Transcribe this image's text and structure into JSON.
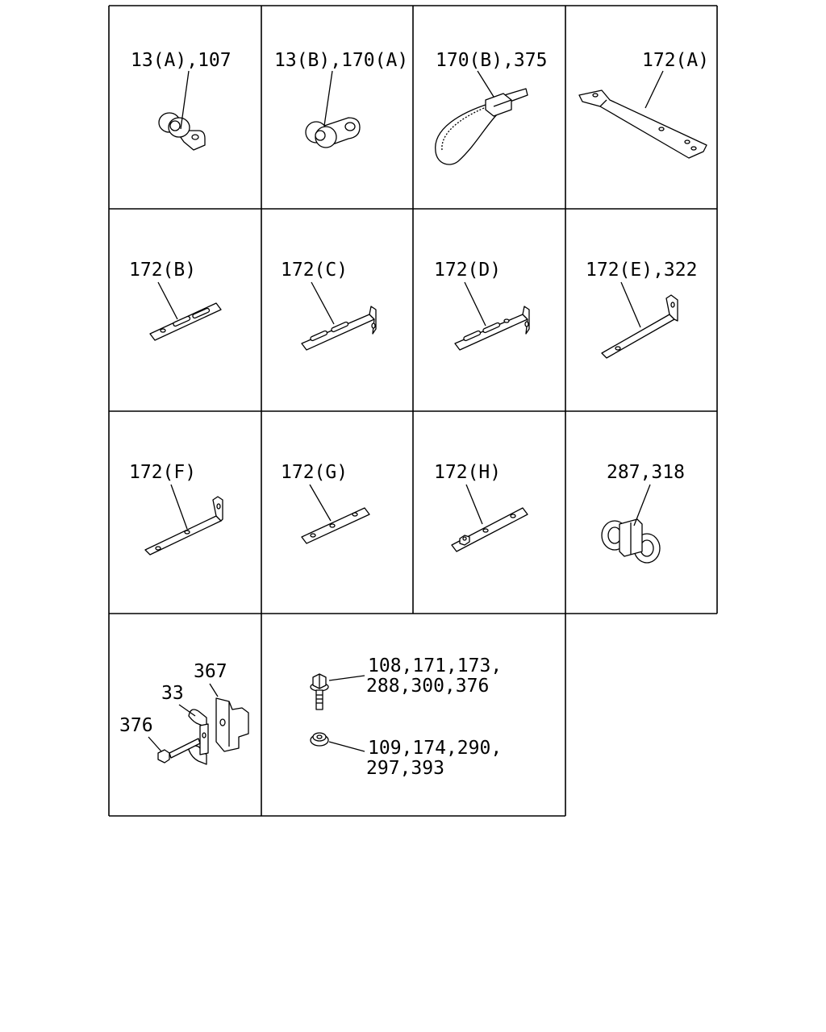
{
  "labels": {
    "c1": "13(A),107",
    "c2": "13(B),170(A)",
    "c3": "170(B),375",
    "c4": "172(A)",
    "c5": "172(B)",
    "c6": "172(C)",
    "c7": "172(D)",
    "c8": "172(E),322",
    "c9": "172(F)",
    "c10": "172(G)",
    "c11": "172(H)",
    "c12": "287,318",
    "c13_a": "367",
    "c13_b": "33",
    "c13_c": "376",
    "c14_bolt_1": "108,171,173,",
    "c14_bolt_2": "288,300,376",
    "c14_washer_1": "109,174,290,",
    "c14_washer_2": "297,393"
  }
}
